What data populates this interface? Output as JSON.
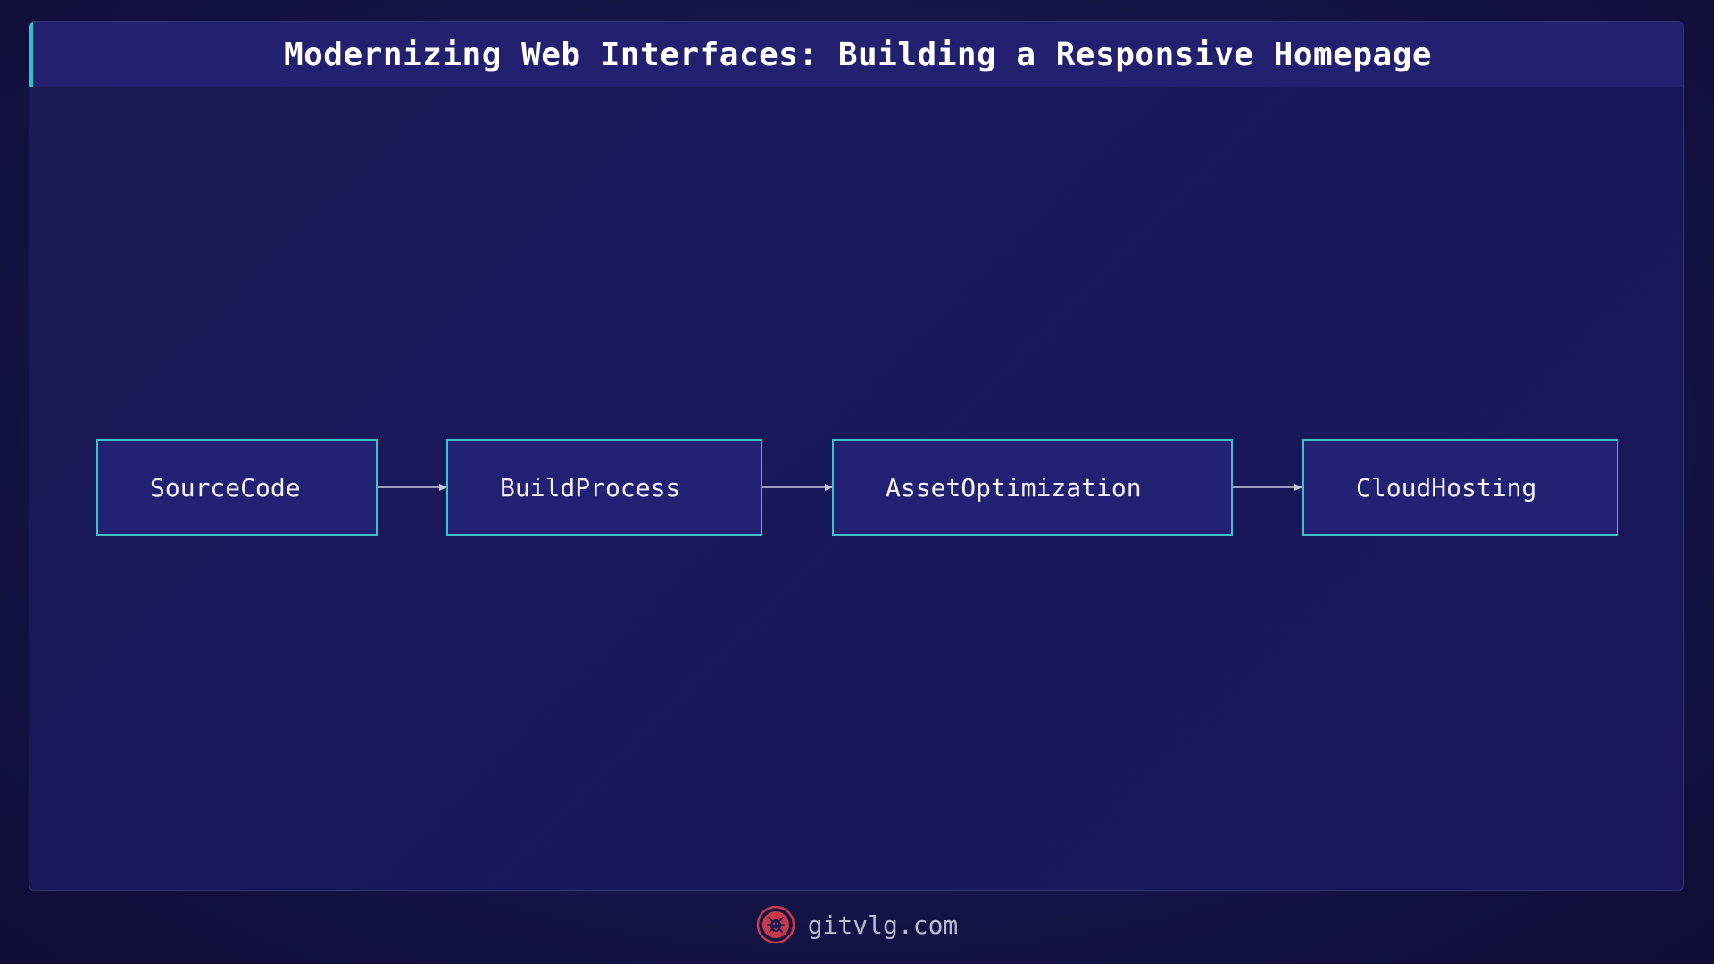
{
  "title": "Modernizing Web Interfaces: Building a Responsive Homepage",
  "diagram": {
    "type": "flowchart",
    "direction": "left-to-right",
    "nodes": [
      {
        "id": "source-code",
        "label": "SourceCode"
      },
      {
        "id": "build-process",
        "label": "BuildProcess"
      },
      {
        "id": "asset-optimization",
        "label": "AssetOptimization"
      },
      {
        "id": "cloud-hosting",
        "label": "CloudHosting"
      }
    ],
    "edges": [
      {
        "from": "source-code",
        "to": "build-process"
      },
      {
        "from": "build-process",
        "to": "asset-optimization"
      },
      {
        "from": "asset-optimization",
        "to": "cloud-hosting"
      }
    ]
  },
  "footer": {
    "site": "gitvlg.com",
    "logo_icon": "lion-logo-icon"
  },
  "colors": {
    "background": "#15154a",
    "title_bar": "#23216f",
    "accent": "#33c1c8",
    "node_fill": "#232173",
    "node_border": "#3fc3c9",
    "arrow": "#c8c8dc",
    "logo": "#c73a4a"
  }
}
